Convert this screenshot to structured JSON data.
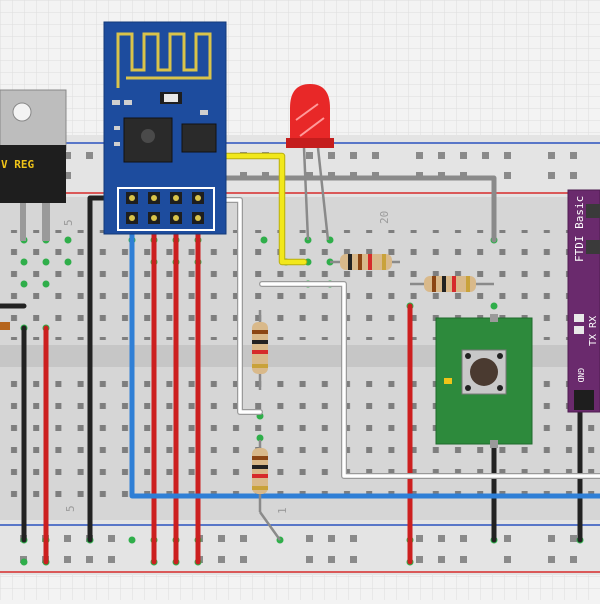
{
  "regulator": {
    "label": "V REG"
  },
  "breadboard": {
    "col_label_5": "5",
    "col_label_20": "20",
    "col_label_1": "1"
  },
  "ftdi": {
    "title": "FTDI Basic",
    "tx_rx": "TX RX",
    "gnd": "GND"
  },
  "colors": {
    "background": "#f3f3f3",
    "grid": "#dedede",
    "board": "#d6d6d6",
    "board_center": "#cccccc",
    "rail_red": "#d62b2b",
    "rail_blue": "#2a52be",
    "wire_red": "#cc1f1f",
    "wire_black": "#222222",
    "wire_blue": "#2f7fd6",
    "wire_yellow": "#f2e81b",
    "wire_gray": "#8a8a8a",
    "wire_white": "#ffffff",
    "esp_board": "#1d4c9e",
    "ftdi_board": "#6a2a6d",
    "button_pcb": "#2d8a3c",
    "led": "#e82828"
  }
}
